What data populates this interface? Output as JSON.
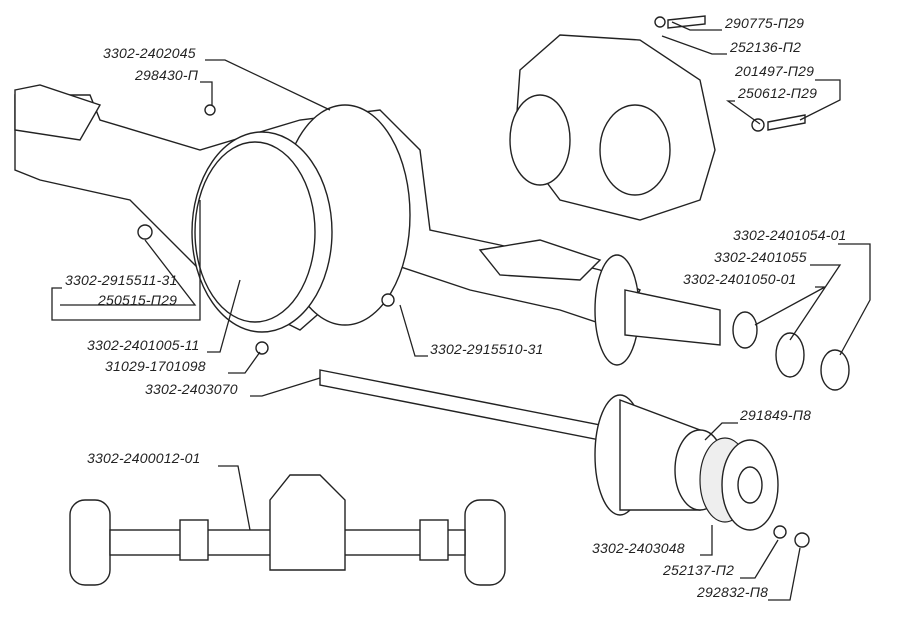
{
  "diagram": {
    "labels": {
      "l290775": "290775-П29",
      "l252136": "252136-П2",
      "l201497": "201497-П29",
      "l250612": "250612-П29",
      "l2402045": "3302-2402045",
      "l298430": "298430-П",
      "l2401054": "3302-2401054-01",
      "l2401055": "3302-2401055",
      "l2401050": "3302-2401050-01",
      "l2915511": "3302-2915511-31",
      "l250515": "250515-П29",
      "l2401005": "3302-2401005-11",
      "l31029": "31029-1701098",
      "l2915510": "3302-2915510-31",
      "l2403070": "3302-2403070",
      "l291849": "291849-П8",
      "l2400012": "3302-2400012-01",
      "l2403048": "3302-2403048",
      "l252137": "252137-П2",
      "l292832": "292832-П8"
    }
  }
}
